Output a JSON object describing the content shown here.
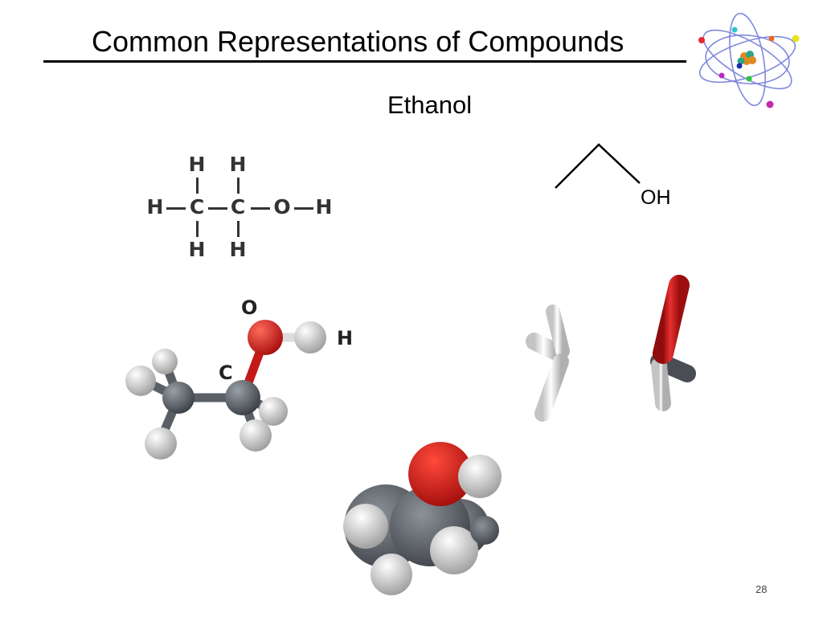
{
  "slide": {
    "title": "Common Representations of Compounds",
    "subtitle": "Ethanol",
    "page_number": "28"
  },
  "structural_formula": {
    "atoms": {
      "h_top_left": "H",
      "h_top_right": "H",
      "h_left": "H",
      "c1": "C",
      "c2": "C",
      "o": "O",
      "h_right": "H",
      "h_bottom_left": "H",
      "h_bottom_right": "H"
    }
  },
  "skeletal_formula": {
    "label": "OH"
  },
  "ball_and_stick": {
    "label_o": "O",
    "label_h": "H",
    "label_c": "C"
  },
  "colors": {
    "carbon": "#5a5f66",
    "oxygen": "#d81f1f",
    "hydrogen": "#f2f2f2",
    "bond": "#333333"
  },
  "logo": {
    "icon": "atom-icon"
  }
}
